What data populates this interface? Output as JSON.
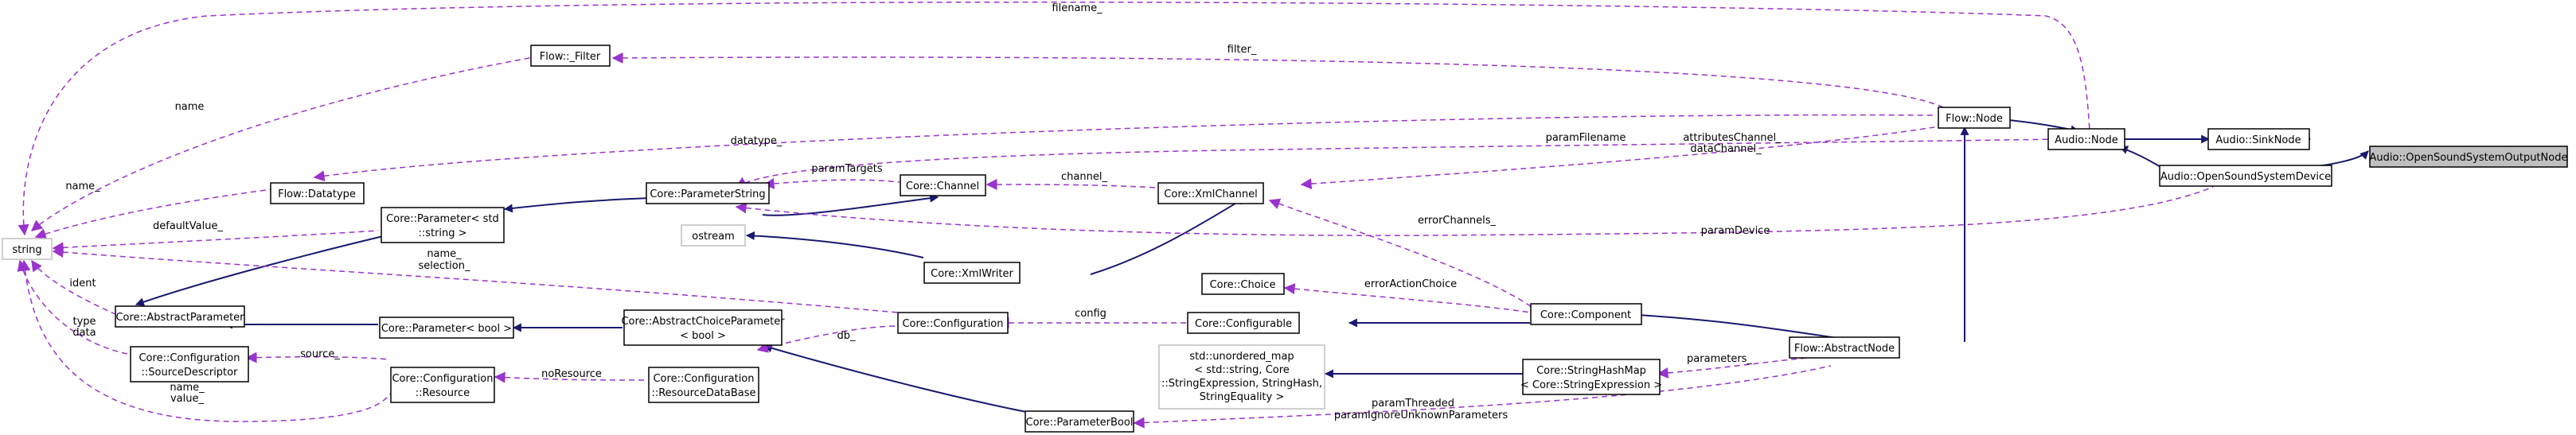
{
  "diagram": {
    "type": "collaboration-graph",
    "colors": {
      "background": "#ffffff",
      "node_border": "#000000",
      "node_fill": "#ffffff",
      "external_border": "#bfbfbf",
      "highlight_fill": "#bfbfbf",
      "inheritance_edge": "#191970",
      "usage_edge": "#9a32cd",
      "text": "#000000"
    },
    "nodes": {
      "opensound_output_node": {
        "lines": [
          "Audio::OpenSoundSystemOutputNode"
        ],
        "style": "highlight"
      },
      "sink_node": {
        "lines": [
          "Audio::SinkNode"
        ],
        "style": "normal"
      },
      "audio_node": {
        "lines": [
          "Audio::Node"
        ],
        "style": "normal"
      },
      "opensound_device": {
        "lines": [
          "Audio::OpenSoundSystemDevice"
        ],
        "style": "normal"
      },
      "flow_node": {
        "lines": [
          "Flow::Node"
        ],
        "style": "normal"
      },
      "flow_abstract_node": {
        "lines": [
          "Flow::AbstractNode"
        ],
        "style": "normal"
      },
      "flow_filter": {
        "lines": [
          "Flow::_Filter"
        ],
        "style": "normal"
      },
      "flow_datatype": {
        "lines": [
          "Flow::Datatype"
        ],
        "style": "normal"
      },
      "string": {
        "lines": [
          "string"
        ],
        "style": "external"
      },
      "core_parameter_string": {
        "lines": [
          "Core::ParameterString"
        ],
        "style": "normal"
      },
      "core_parameter_std_string": {
        "lines": [
          "Core::Parameter< std",
          "::string >"
        ],
        "style": "normal"
      },
      "core_abstract_parameter": {
        "lines": [
          "Core::AbstractParameter"
        ],
        "style": "normal"
      },
      "core_parameter_bool": {
        "lines": [
          "Core::Parameter< bool >"
        ],
        "style": "normal"
      },
      "core_channel": {
        "lines": [
          "Core::Channel"
        ],
        "style": "normal"
      },
      "ostream": {
        "lines": [
          "ostream"
        ],
        "style": "external"
      },
      "core_xml_channel": {
        "lines": [
          "Core::XmlChannel"
        ],
        "style": "normal"
      },
      "core_xml_writer": {
        "lines": [
          "Core::XmlWriter"
        ],
        "style": "normal"
      },
      "core_choice": {
        "lines": [
          "Core::Choice"
        ],
        "style": "normal"
      },
      "core_configurable": {
        "lines": [
          "Core::Configurable"
        ],
        "style": "normal"
      },
      "core_component": {
        "lines": [
          "Core::Component"
        ],
        "style": "normal"
      },
      "core_configuration": {
        "lines": [
          "Core::Configuration"
        ],
        "style": "normal"
      },
      "core_abstract_choice_parameter": {
        "lines": [
          "Core::AbstractChoiceParameter",
          "< bool >"
        ],
        "style": "normal"
      },
      "core_config_source_descriptor": {
        "lines": [
          "Core::Configuration",
          "::SourceDescriptor"
        ],
        "style": "normal"
      },
      "core_config_resource": {
        "lines": [
          "Core::Configuration",
          "::Resource"
        ],
        "style": "normal"
      },
      "core_config_resource_database": {
        "lines": [
          "Core::Configuration",
          "::ResourceDataBase"
        ],
        "style": "normal"
      },
      "core_parameter_bool_class": {
        "lines": [
          "Core::ParameterBool"
        ],
        "style": "normal"
      },
      "std_unordered_map": {
        "lines": [
          "std::unordered_map",
          "< std::string, Core",
          "::StringExpression, StringHash,",
          "StringEquality >"
        ],
        "style": "external"
      },
      "core_string_hash_map": {
        "lines": [
          "Core::StringHashMap",
          "< Core::StringExpression >"
        ],
        "style": "normal"
      }
    },
    "edge_labels": {
      "filename": "filename_",
      "filter": "filter_",
      "name_filter": "name",
      "datatype": "datatype_",
      "name_datatype": "name_",
      "param_filename": "paramFilename",
      "attributes_channel": "attributesChannel_",
      "data_channel": "dataChannel_",
      "param_targets": "paramTargets",
      "channel": "channel_",
      "default_value": "defaultValue_",
      "param_device": "paramDevice",
      "error_channels": "errorChannels_",
      "name_selection_1": "name_",
      "name_selection_2": "selection_",
      "ident": "ident",
      "error_action_choice": "errorActionChoice",
      "config": "config",
      "type_data_1": "type",
      "type_data_2": "data",
      "source": "source_",
      "db": "db_",
      "no_resource": "noResource",
      "parameters": "parameters_",
      "param_threaded": "paramThreaded",
      "param_ignore": "paramIgnoreUnknownParameters",
      "name_value_1": "name_",
      "name_value_2": "value_"
    }
  }
}
